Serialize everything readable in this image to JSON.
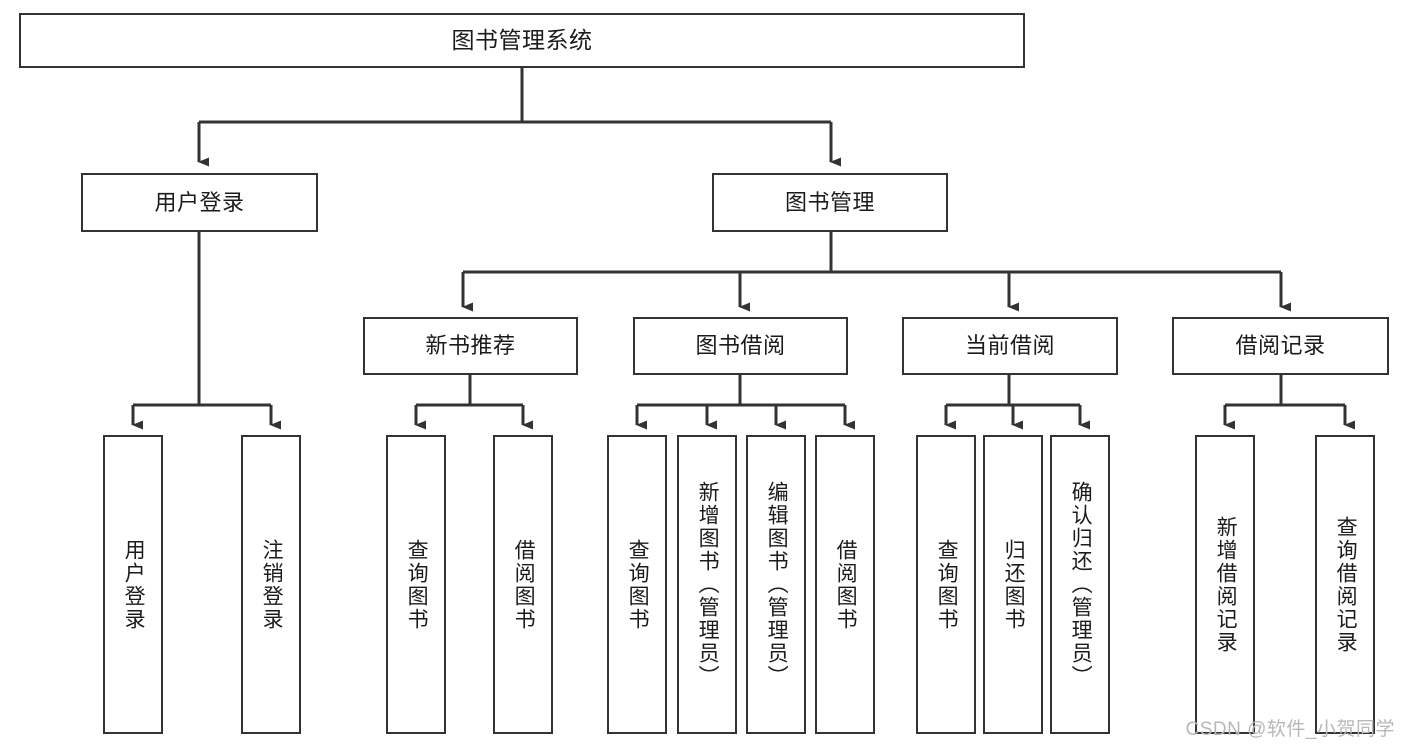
{
  "diagram": {
    "title": "图书管理系统",
    "type": "tree-hierarchy-diagram",
    "colors": {
      "box_border": "#333333",
      "box_fill": "#ffffff",
      "connector": "#333333",
      "text": "#1b1b1b",
      "watermark": "#b8b8b8",
      "background": "#ffffff"
    },
    "nodes": {
      "root": {
        "label": "图书管理系统"
      },
      "level2": [
        {
          "label": "用户登录"
        },
        {
          "label": "图书管理"
        }
      ],
      "level3": [
        {
          "label": "新书推荐"
        },
        {
          "label": "图书借阅"
        },
        {
          "label": "当前借阅"
        },
        {
          "label": "借阅记录"
        }
      ],
      "leaves": {
        "user_login": [
          {
            "label": "用户登录"
          },
          {
            "label": "注销登录"
          }
        ],
        "new_book_recommend": [
          {
            "label": "查询图书"
          },
          {
            "label": "借阅图书"
          }
        ],
        "book_borrow": [
          {
            "label": "查询图书"
          },
          {
            "label": "新增图书（管理员）"
          },
          {
            "label": "编辑图书（管理员）"
          },
          {
            "label": "借阅图书"
          }
        ],
        "current_borrow": [
          {
            "label": "查询图书"
          },
          {
            "label": "归还图书"
          },
          {
            "label": "确认归还（管理员）"
          }
        ],
        "borrow_records": [
          {
            "label": "新增借阅记录"
          },
          {
            "label": "查询借阅记录"
          }
        ]
      }
    }
  },
  "watermark": {
    "text": "CSDN @软件_小贺同学"
  }
}
